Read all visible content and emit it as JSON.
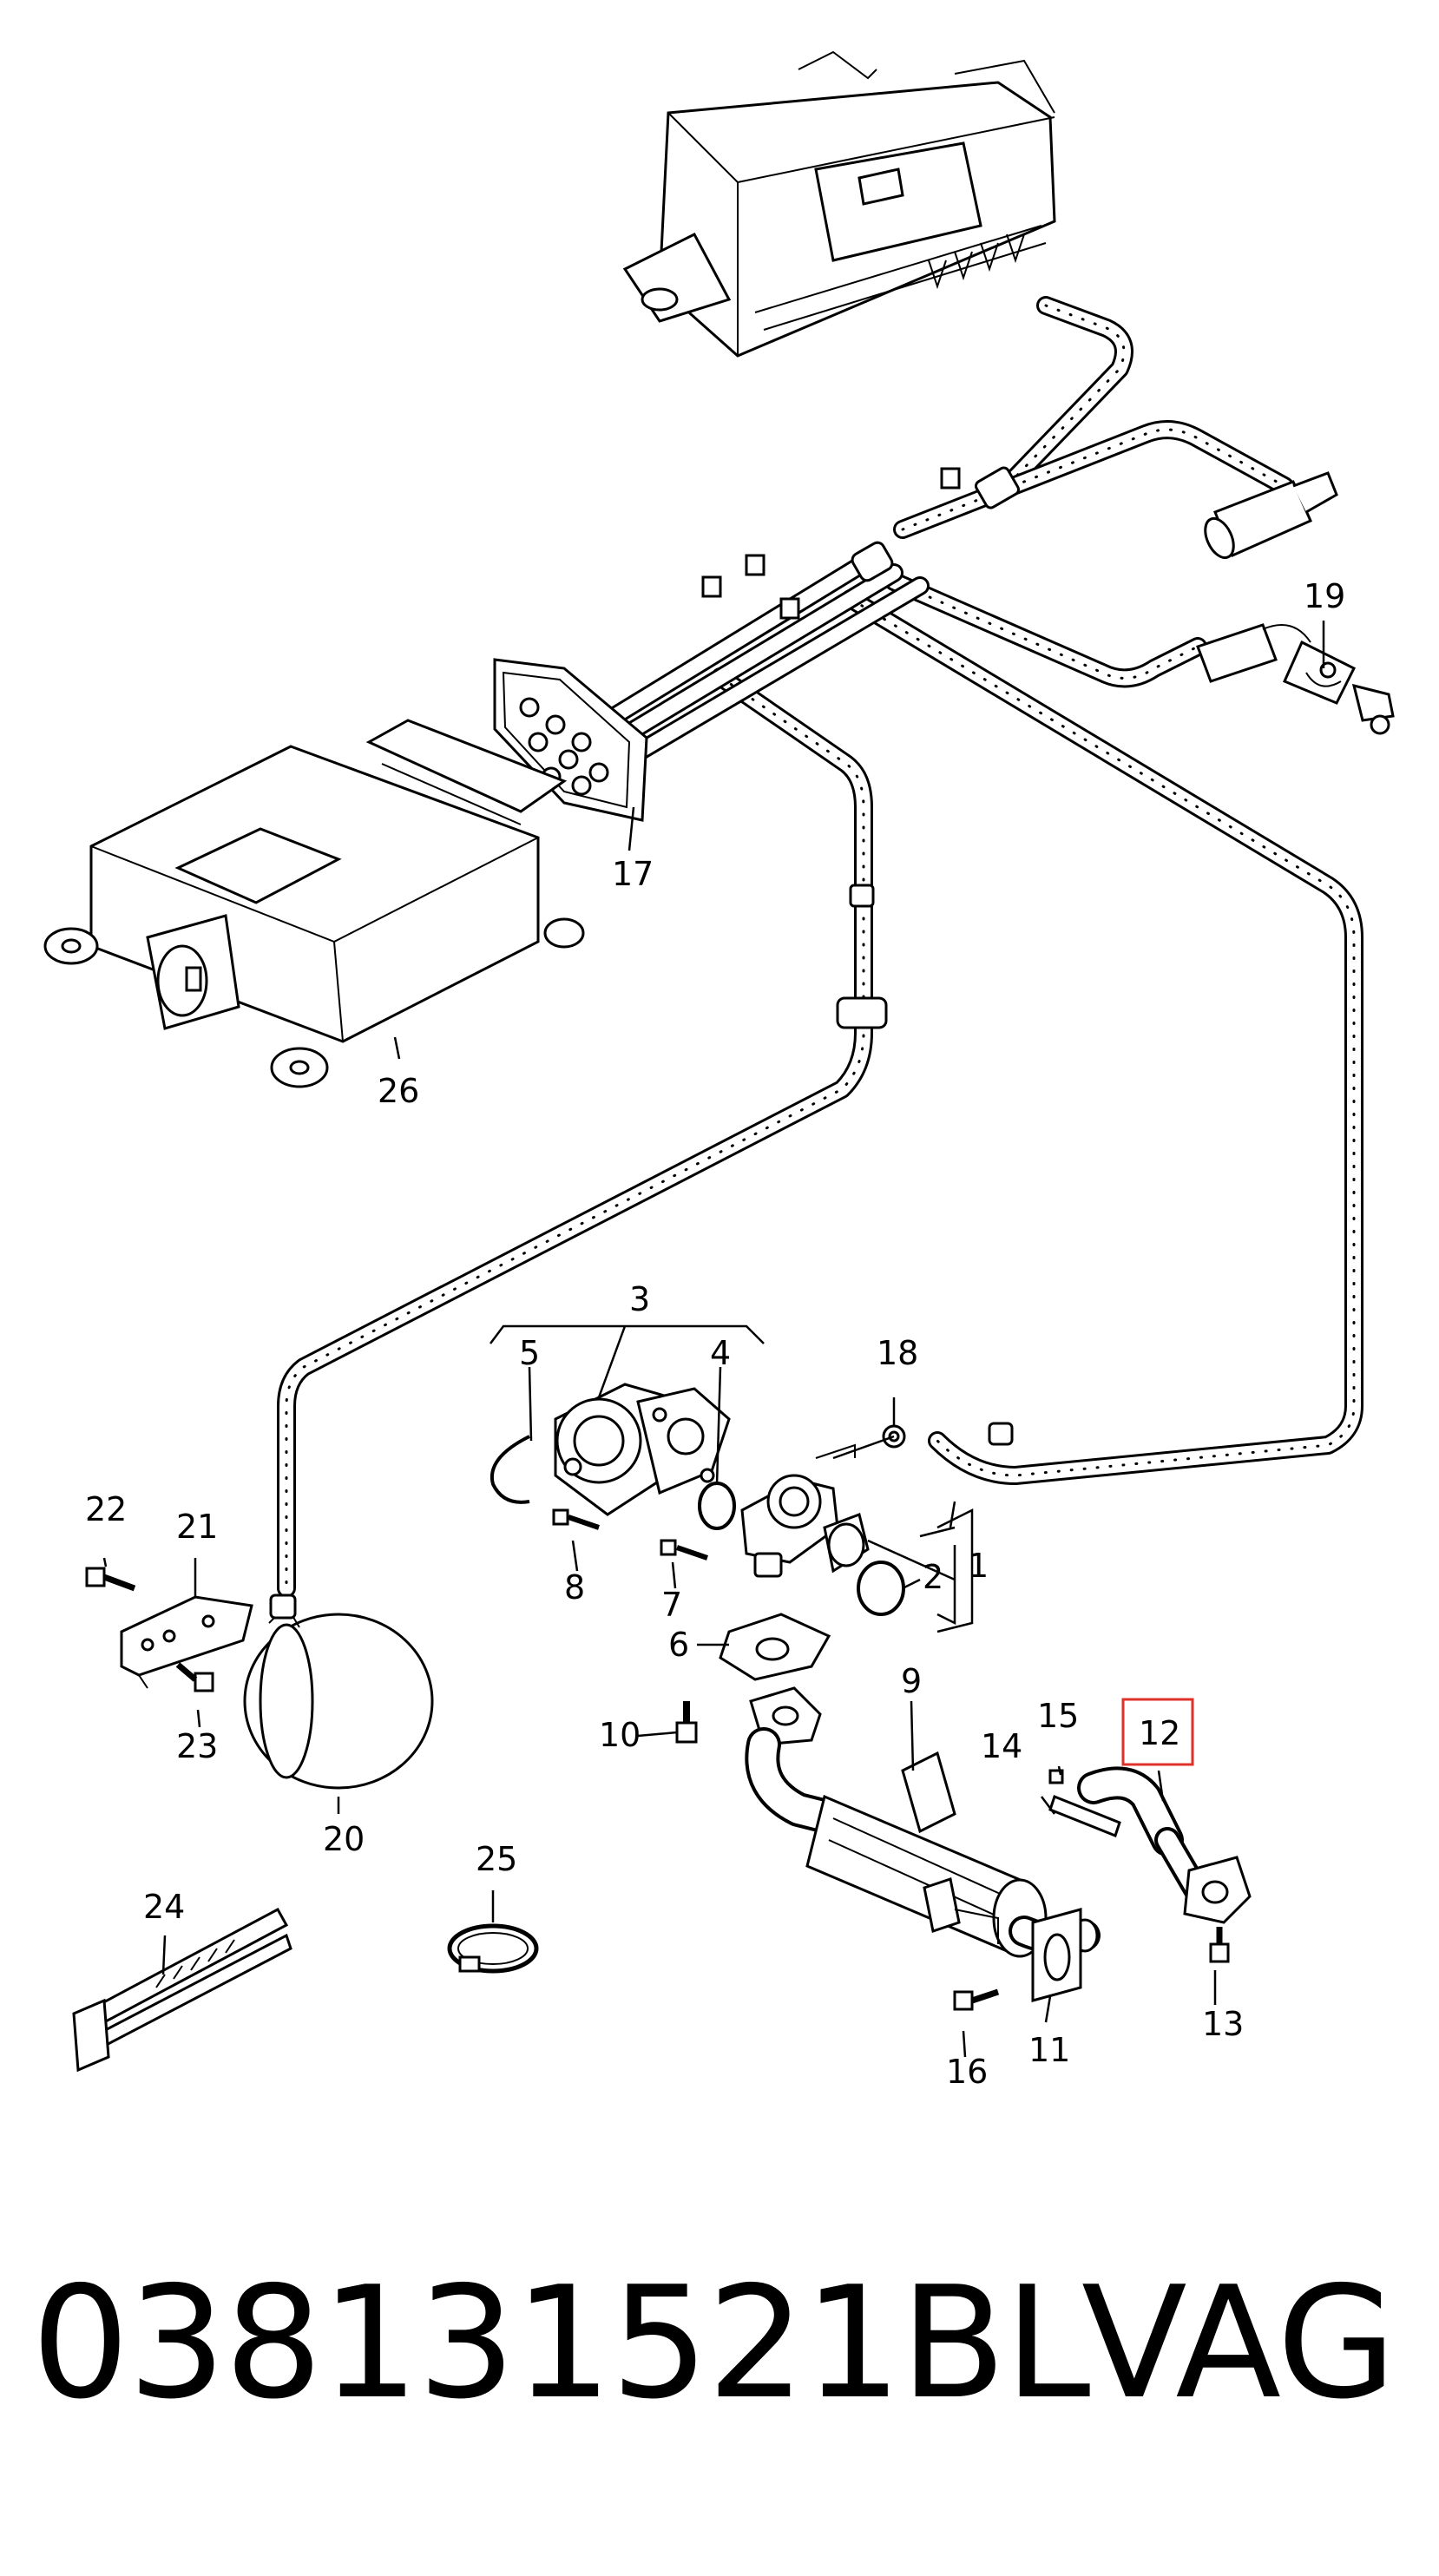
{
  "callouts": {
    "c1": "1",
    "c2": "2",
    "c3": "3",
    "c4": "4",
    "c5": "5",
    "c6": "6",
    "c7": "7",
    "c8": "8",
    "c9": "9",
    "c10": "10",
    "c11": "11",
    "c12": "12",
    "c13": "13",
    "c14": "14",
    "c15": "15",
    "c16": "16",
    "c17": "17",
    "c18": "18",
    "c19": "19",
    "c20": "20",
    "c21": "21",
    "c22": "22",
    "c23": "23",
    "c24": "24",
    "c25": "25",
    "c26": "26"
  },
  "highlighted_callout": "12",
  "colors": {
    "highlight": "#e0302a",
    "line": "#000000"
  },
  "footer": {
    "part_number": "038131521BL",
    "brand": "VAG"
  }
}
